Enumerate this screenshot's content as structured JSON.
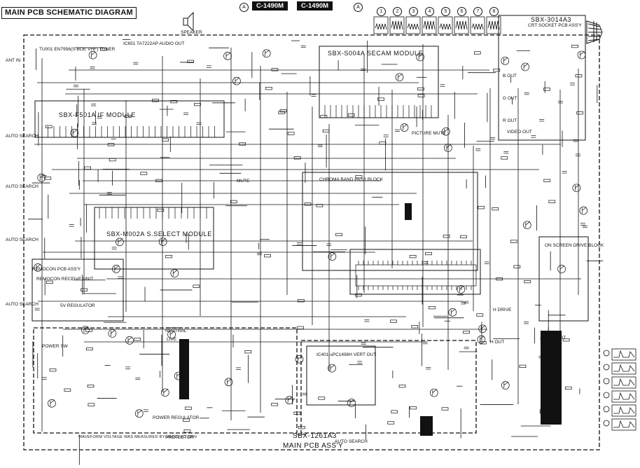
{
  "title": "MAIN PCB SCHEMATIC DIAGRAM",
  "models": [
    "C-1490M",
    "C-1490M"
  ],
  "corner_marks": [
    "A",
    "A"
  ],
  "modules": {
    "secam": "SBX-S004A  SECAM MODULE",
    "if": "SBX-F501A    IF MODULE",
    "select": "SBX-M002A S.SELECT MODULE",
    "crt": "SBX-3014A3",
    "crt_sub": "CRT SOCKET PCB ASS'Y",
    "remocon": "REMOCON PCB ASS'Y",
    "main": "SBX-1261A3",
    "main_sub": "MAIN PCB ASS'Y",
    "chroma": "CHROMA BAND PASS BLOCK",
    "onscreen": "ON SCREEN DRIVE BLOCK",
    "video_out": "VIDEO OUT",
    "tuner": "TU001 EN7956(S-BOE VHF) TUNER",
    "audio_out": "IC651 TA7222AP AUDIO OUT",
    "vert_out": "IC401 uPC1498H VERT OUT",
    "regulator": "5V REGULATOR",
    "power_reg": "POWER REGULATOR"
  },
  "labels": {
    "neutral": "NEUTRAL",
    "live": "LIVE",
    "ant_in": "ANT IN",
    "auto_search": "AUTO SEARCH",
    "remocon_receive": "REMOCON RECEIVE UNIT",
    "picture_mute": "PICTURE MUTE",
    "mute": "MUTE",
    "protector": "PROTECTOR",
    "power_sw": "POWER SW",
    "speaker": "SPEAKER",
    "fbt": "FBT",
    "h_out": "H OUT",
    "h_drive": "H DRIVE",
    "b_out": "B OUT",
    "g_out": "G OUT",
    "r_out": "R OUT"
  },
  "waveform_numbers": [
    "1",
    "2",
    "3",
    "4",
    "5",
    "6",
    "7",
    "8"
  ],
  "footnote": "WAVEFORM VOLTAGE WAS MEASURED BY USING AC 220V"
}
